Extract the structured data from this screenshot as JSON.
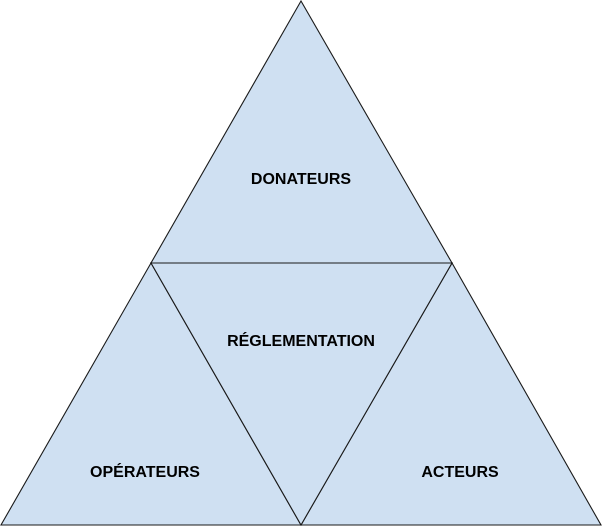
{
  "diagram": {
    "fill_color": "#cfe0f2",
    "stroke_color": "#1a1a1a",
    "sections": {
      "top": "DONATEURS",
      "center": "RÉGLEMENTATION",
      "bottom_left": "OPÉRATEURS",
      "bottom_right": "ACTEURS"
    }
  }
}
